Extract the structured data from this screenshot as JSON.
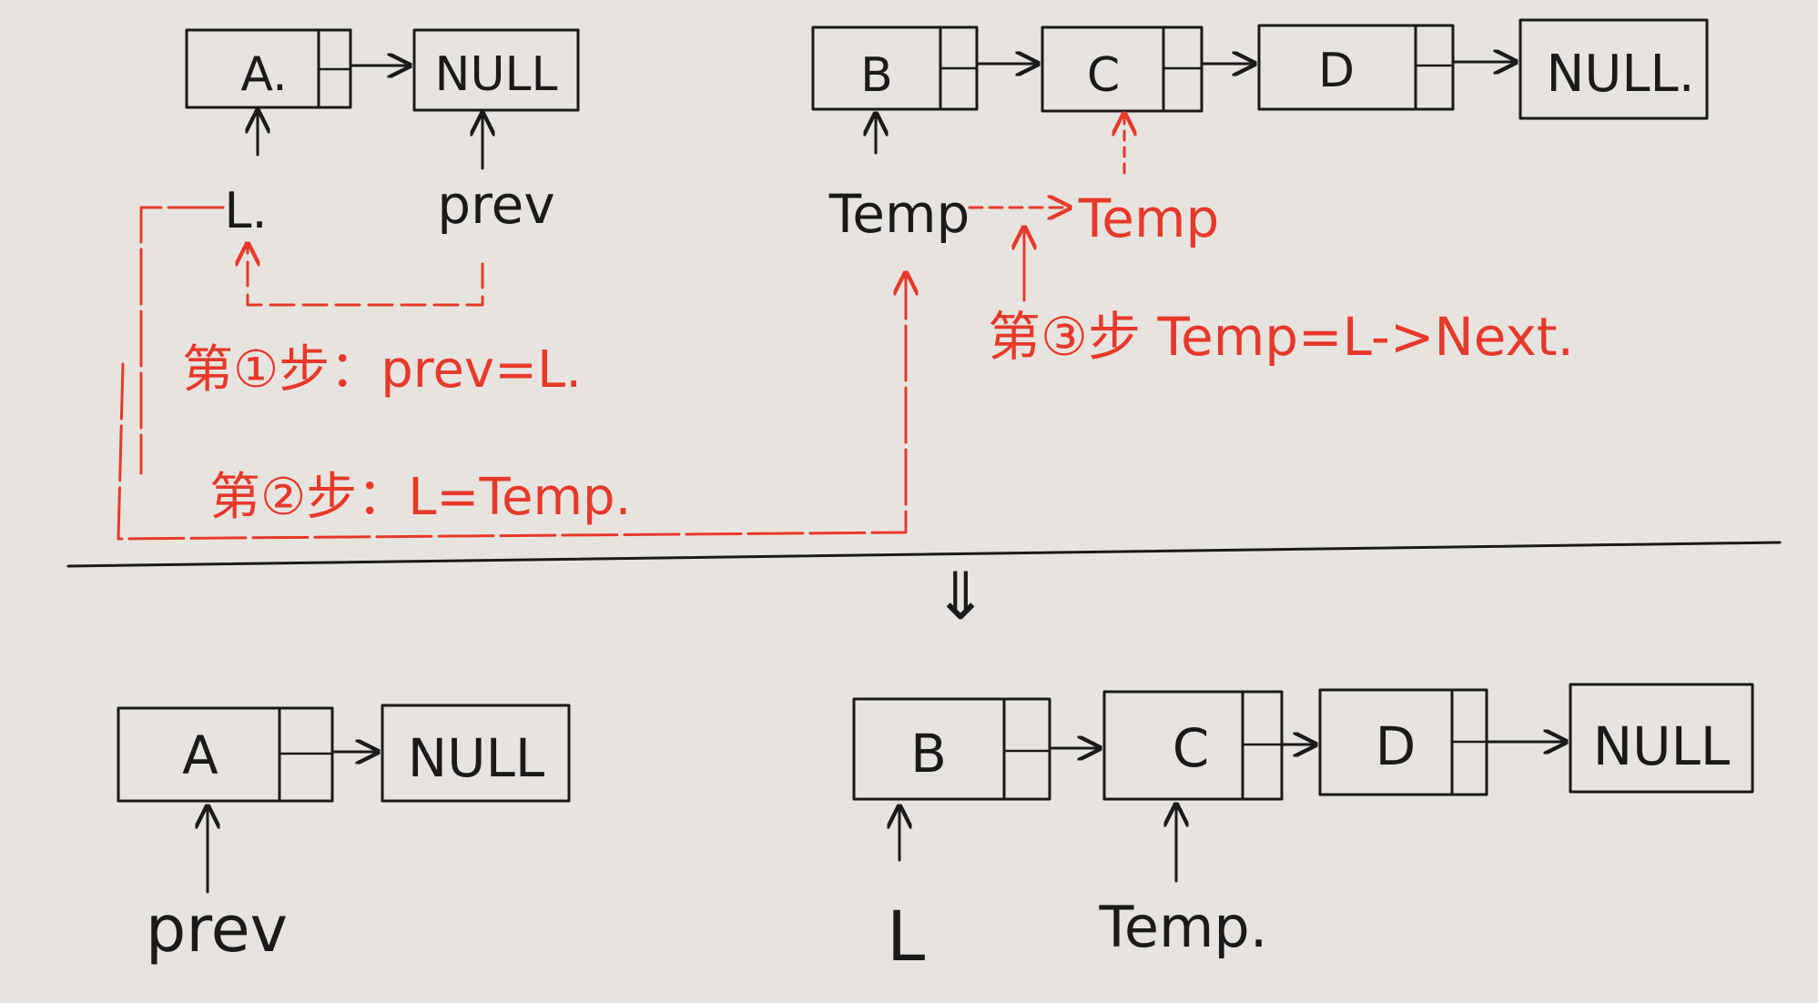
{
  "colors": {
    "paper": "#e7e4df",
    "ink": "#1a1a1a",
    "red": "#e8392b"
  },
  "top_left": {
    "node_a": "A.",
    "null_node": "NULL",
    "pointer_l": "L.",
    "pointer_prev": "prev"
  },
  "top_right": {
    "node_b": "B",
    "node_c": "C",
    "node_d": "D",
    "null_node": "NULL.",
    "pointer_temp_old": "Temp",
    "pointer_temp_new": "Temp"
  },
  "steps": {
    "step1": "第①步：prev=L.",
    "step2": "第②步：L=Temp.",
    "step3": "第③步 Temp=L->Next."
  },
  "transition_arrow": "⇓",
  "bottom_left": {
    "node_a": "A",
    "null_node": "NULL",
    "pointer_prev": "prev"
  },
  "bottom_right": {
    "node_b": "B",
    "node_c": "C",
    "node_d": "D",
    "null_node": "NULL",
    "pointer_l": "L",
    "pointer_temp": "Temp."
  }
}
